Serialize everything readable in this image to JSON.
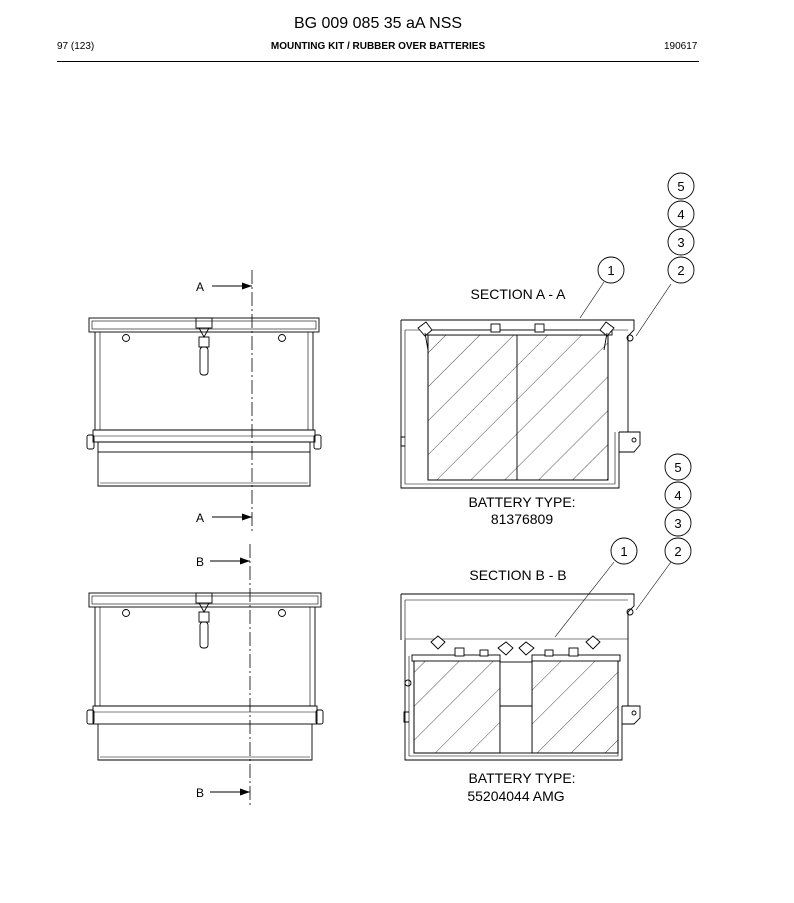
{
  "header": {
    "doc_number": "BG 009 085 35 aA NSS",
    "page": "97 (123)",
    "title": "MOUNTING KIT / RUBBER OVER BATTERIES",
    "date": "190617"
  },
  "section_markers": {
    "a_top": "A",
    "a_bottom": "A",
    "b_top": "B",
    "b_bottom": "B"
  },
  "sections": [
    {
      "title": "SECTION A - A",
      "battery_label": "BATTERY TYPE:",
      "battery_value": "81376809",
      "callouts": [
        "1",
        "2",
        "3",
        "4",
        "5"
      ]
    },
    {
      "title": "SECTION B - B",
      "battery_label": "BATTERY TYPE:",
      "battery_value": "55204044 AMG",
      "callouts": [
        "1",
        "2",
        "3",
        "4",
        "5"
      ]
    }
  ]
}
